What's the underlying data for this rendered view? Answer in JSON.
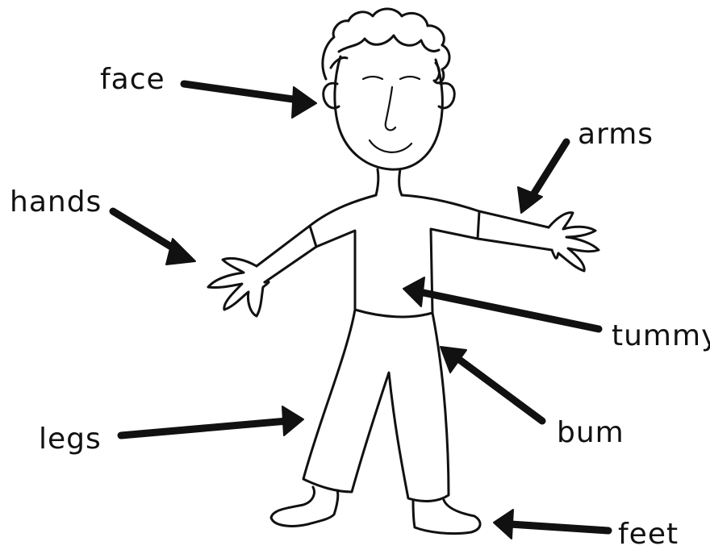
{
  "labels": {
    "face": "face",
    "arms": "arms",
    "hands": "hands",
    "tummy": "tummy",
    "bum": "bum",
    "legs": "legs",
    "feet": "feet"
  },
  "colors": {
    "ink": "#111111",
    "background": "#ffffff"
  }
}
